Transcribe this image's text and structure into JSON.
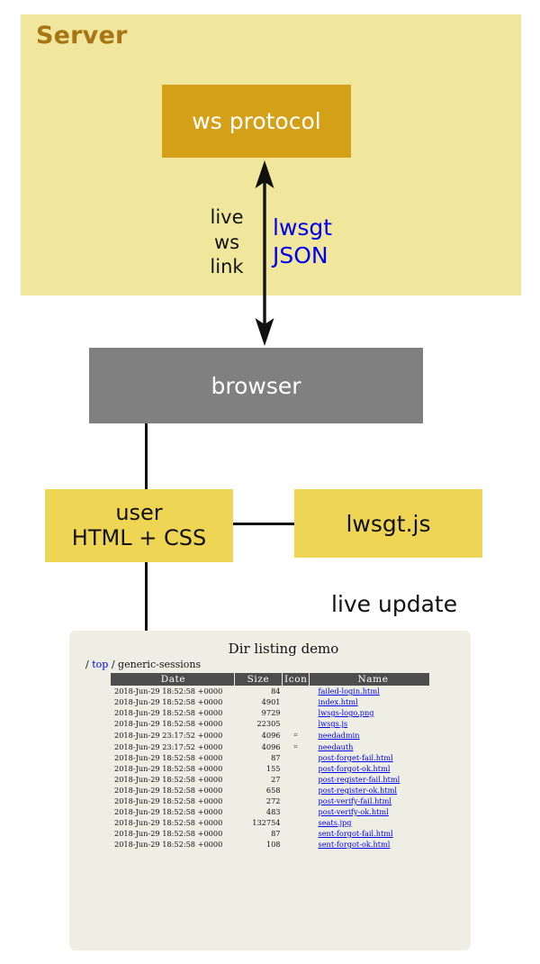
{
  "diagram": {
    "server_region_label": "Server",
    "ws_protocol_box": "ws protocol",
    "browser_box": "browser",
    "user_box_line1": "user",
    "user_box_line2": "HTML + CSS",
    "lwsgtjs_box": "lwsgt.js",
    "arrow_left_label_lines": [
      "live",
      "ws",
      "link"
    ],
    "arrow_right_label_lines": [
      "lwsgt",
      "JSON"
    ],
    "live_update_label": "live update",
    "colors": {
      "server_background": "#f0e79c",
      "server_label": "#a87514",
      "ws_protocol_box": "#d4a017",
      "browser_box": "#808080",
      "yellow_box": "#eed654",
      "json_label": "#0000ee",
      "panel_background": "#eeeee4",
      "table_header": "#4d4d4d",
      "link": "#0000ee"
    }
  },
  "dir_listing": {
    "title": "Dir listing demo",
    "breadcrumb": {
      "leading_sep": "/",
      "link_label": "top",
      "separator": "/",
      "current": "generic-sessions"
    },
    "columns": [
      "Date",
      "Size",
      "Icon",
      "Name"
    ],
    "rows": [
      {
        "date": "2018-Jun-29 18:52:58 +0000",
        "size": "84",
        "icon": "",
        "name": "failed-login.html"
      },
      {
        "date": "2018-Jun-29 18:52:58 +0000",
        "size": "4901",
        "icon": "",
        "name": "index.html"
      },
      {
        "date": "2018-Jun-29 18:52:58 +0000",
        "size": "9729",
        "icon": "",
        "name": "lwsgs-logo.png"
      },
      {
        "date": "2018-Jun-29 18:52:58 +0000",
        "size": "22305",
        "icon": "",
        "name": "lwsgs.js"
      },
      {
        "date": "2018-Jun-29 23:17:52 +0000",
        "size": "4096",
        "icon": "folder-icon",
        "name": "needadmin"
      },
      {
        "date": "2018-Jun-29 23:17:52 +0000",
        "size": "4096",
        "icon": "folder-icon",
        "name": "needauth"
      },
      {
        "date": "2018-Jun-29 18:52:58 +0000",
        "size": "87",
        "icon": "",
        "name": "post-forget-fail.html"
      },
      {
        "date": "2018-Jun-29 18:52:58 +0000",
        "size": "155",
        "icon": "",
        "name": "post-forgot-ok.html"
      },
      {
        "date": "2018-Jun-29 18:52:58 +0000",
        "size": "27",
        "icon": "",
        "name": "post-register-fail.html"
      },
      {
        "date": "2018-Jun-29 18:52:58 +0000",
        "size": "658",
        "icon": "",
        "name": "post-register-ok.html"
      },
      {
        "date": "2018-Jun-29 18:52:58 +0000",
        "size": "272",
        "icon": "",
        "name": "post-verify-fail.html"
      },
      {
        "date": "2018-Jun-29 18:52:58 +0000",
        "size": "483",
        "icon": "",
        "name": "post-verify-ok.html"
      },
      {
        "date": "2018-Jun-29 18:52:58 +0000",
        "size": "132754",
        "icon": "",
        "name": "seats.jpg"
      },
      {
        "date": "2018-Jun-29 18:52:58 +0000",
        "size": "87",
        "icon": "",
        "name": "sent-forgot-fail.html"
      },
      {
        "date": "2018-Jun-29 18:52:58 +0000",
        "size": "108",
        "icon": "",
        "name": "sent-forgot-ok.html"
      }
    ]
  }
}
